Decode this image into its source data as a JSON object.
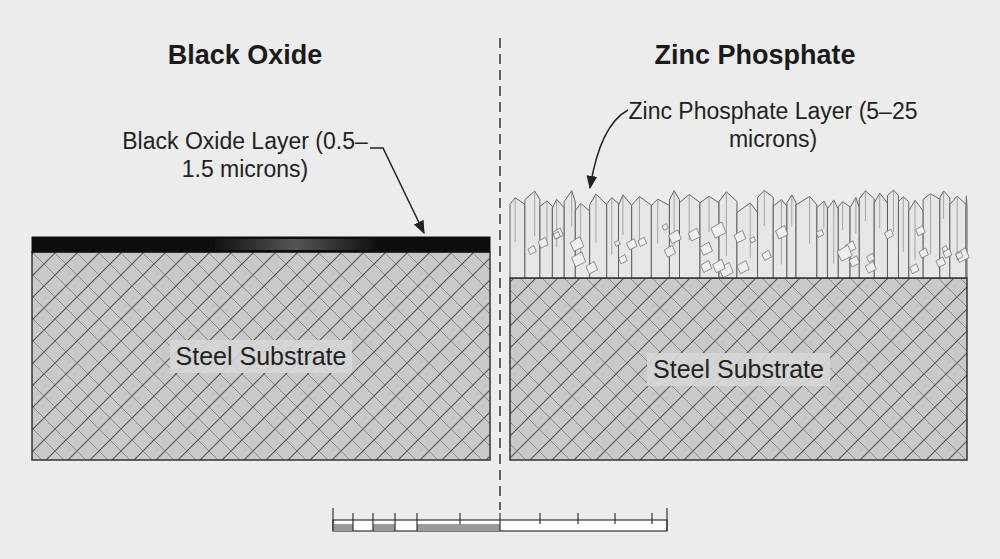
{
  "diagram": {
    "nodes": [
      {
        "text": [
          "Steel Substrate"
        ]
      },
      {
        "text": [
          "Steel Substrate"
        ]
      }
    ],
    "labels": [
      "Black Oxide",
      "Zinc Phosphate",
      "Black Oxide Layer (0.5–1.5 microns)",
      "Zinc Phosphate Layer (5–25 microns)"
    ]
  }
}
